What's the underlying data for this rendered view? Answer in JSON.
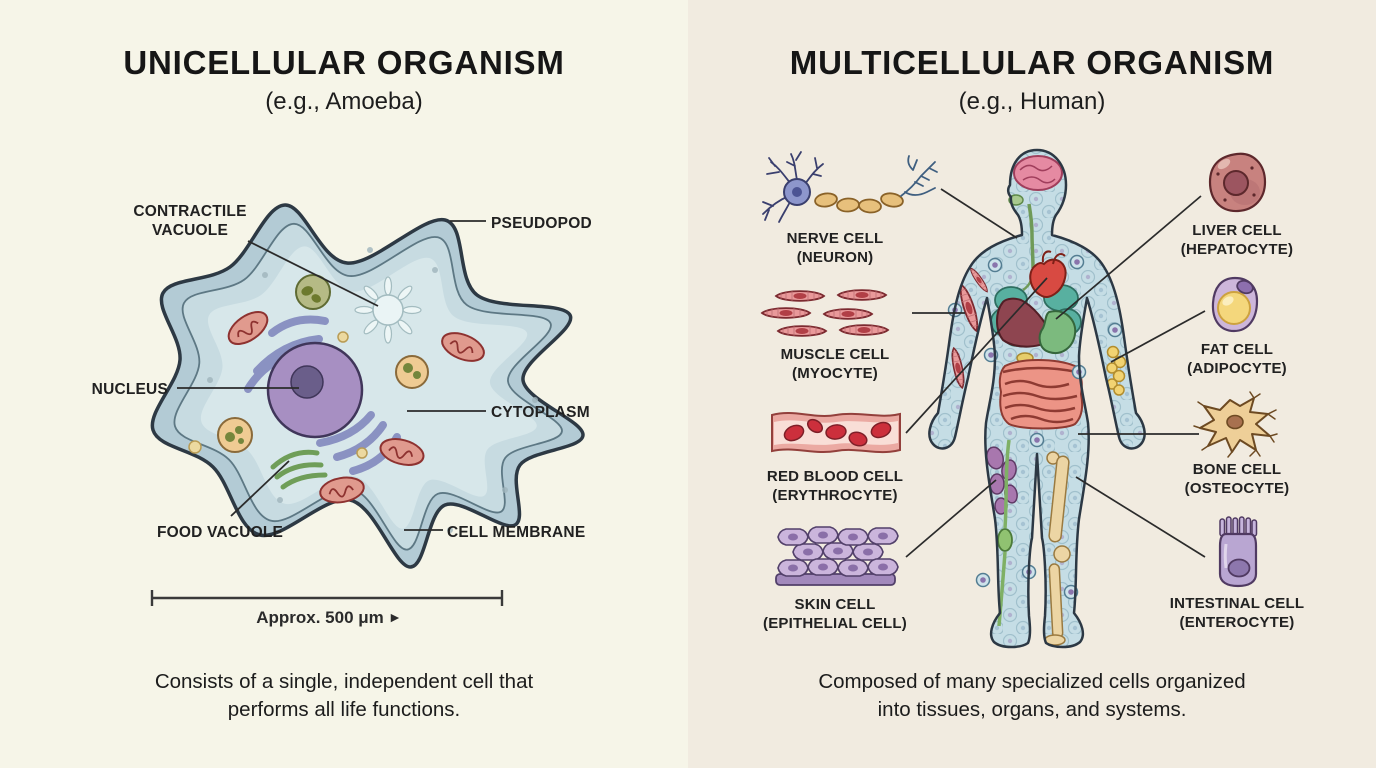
{
  "colors": {
    "left_bg": "#f6f5e8",
    "right_bg": "#f1ebe0",
    "ink": "#1d1d1d",
    "connector": "#2b2b2b",
    "membrane_blue": "#b3cbd5",
    "cytoplasm_blue": "#c9dce1",
    "nucleus_purple": "#a78fc2",
    "body_blue": "#c5dde5"
  },
  "left": {
    "title": "UNICELLULAR ORGANISM",
    "subtitle": "(e.g., Amoeba)",
    "labels": {
      "contractile_vacuole": {
        "line1": "CONTRACTILE",
        "line2": "VACUOLE"
      },
      "pseudopod": "PSEUDOPOD",
      "nucleus": "NUCLEUS",
      "cytoplasm": "CYTOPLASM",
      "food_vacuole": "FOOD VACUOLE",
      "cell_membrane": "CELL MEMBRANE"
    },
    "scale_bar": {
      "text": "Approx. 500 μm",
      "arrow": "►"
    },
    "caption": {
      "line1": "Consists of a single, independent cell that",
      "line2": "performs all life functions."
    }
  },
  "right": {
    "title": "MULTICELLULAR ORGANISM",
    "subtitle": "(e.g., Human)",
    "cells": [
      {
        "name": "NERVE CELL",
        "type": "(NEURON)"
      },
      {
        "name": "MUSCLE CELL",
        "type": "(MYOCYTE)"
      },
      {
        "name": "RED BLOOD CELL",
        "type": "(ERYTHROCYTE)"
      },
      {
        "name": "SKIN CELL",
        "type": "(EPITHELIAL CELL)"
      },
      {
        "name": "LIVER CELL",
        "type": "(HEPATOCYTE)"
      },
      {
        "name": "FAT CELL",
        "type": "(ADIPOCYTE)"
      },
      {
        "name": "BONE CELL",
        "type": "(OSTEOCYTE)"
      },
      {
        "name": "INTESTINAL CELL",
        "type": "(ENTEROCYTE)"
      }
    ],
    "caption": {
      "line1": "Composed of many specialized cells organized",
      "line2": "into tissues, organs, and systems."
    }
  }
}
